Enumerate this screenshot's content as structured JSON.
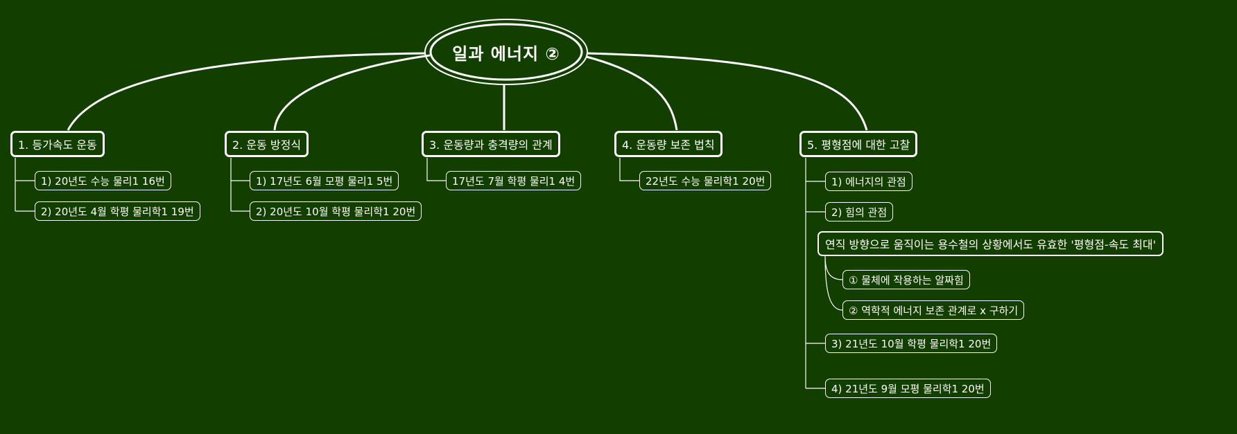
{
  "central": {
    "title": "일과 에너지 ②"
  },
  "branches": [
    {
      "label": "1. 등가속도 운동",
      "children": [
        "1) 20년도 수능 물리1 16번",
        "2) 20년도 4월 학평 물리학1 19번"
      ]
    },
    {
      "label": "2. 운동 방정식",
      "children": [
        "1) 17년도 6월 모평 물리1 5번",
        "2) 20년도 10월 학평 물리학1 20번"
      ]
    },
    {
      "label": "3. 운동량과 충격량의 관계",
      "children": [
        "17년도 7월 학평 물리1 4번"
      ]
    },
    {
      "label": "4. 운동량 보존 법칙",
      "children": [
        "22년도 수능 물리학1 20번"
      ]
    },
    {
      "label": "5. 평형점에 대한 고찰",
      "children": [
        "1) 에너지의 관점",
        "2) 힘의 관점",
        "3) 21년도 10월 학평 물리학1 20번",
        "4) 21년도 9월 모평 물리학1 20번"
      ],
      "note": {
        "label": "연직 방향으로 움직이는 용수철의 상황에서도 유효한 '평형점-속도 최대'",
        "children": [
          "① 물체에 작용하는 알짜힘",
          "② 역학적 에너지 보존 관계로 x 구하기"
        ]
      }
    }
  ]
}
